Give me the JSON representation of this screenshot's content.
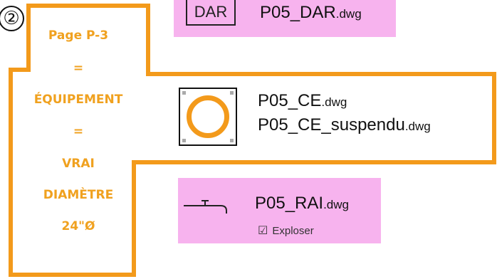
{
  "step_number": "②",
  "left_label": {
    "line1": "Page P-3",
    "eq1": "=",
    "line2": "ÉQUIPEMENT",
    "eq2": "=",
    "line3": "VRAI",
    "line4": "DIAMÈTRE",
    "line5": "24\"Ø"
  },
  "colors": {
    "orange": "#f39a1b",
    "orange_text": "#f0a11f",
    "pink": "#f7b3ee"
  },
  "dar": {
    "box_label": "DAR",
    "file_base": "P05_DAR",
    "file_ext": ".dwg"
  },
  "ce": {
    "icon": "circular-equipment-icon",
    "files": [
      {
        "base": "P05_CE",
        "ext": ".dwg"
      },
      {
        "base": "P05_CE_suspendu",
        "ext": ".dwg"
      }
    ]
  },
  "rai": {
    "icon": "faucet-icon",
    "file_base": "P05_RAI",
    "file_ext": ".dwg",
    "explode_icon": "checkbox-icon",
    "explode_label": "Exploser"
  }
}
